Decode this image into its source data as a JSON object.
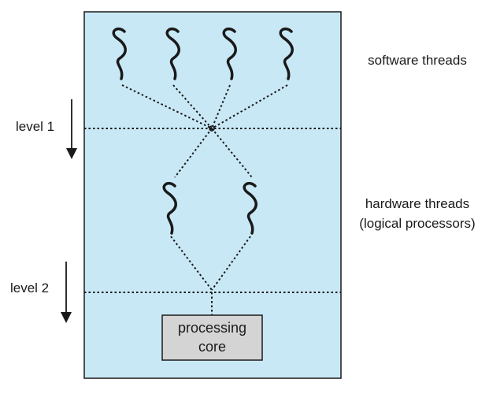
{
  "labels": {
    "software_threads": "software threads",
    "hardware_threads_line1": "hardware threads",
    "hardware_threads_line2": "(logical processors)",
    "level1": "level 1",
    "level2": "level 2",
    "core_line1": "processing",
    "core_line2": "core"
  },
  "colors": {
    "panel_fill": "#c9e8f6",
    "panel_stroke": "#1a1a1a",
    "core_fill": "#d4d4d4",
    "thread_stroke": "#1a1a1a",
    "dotted_stroke": "#1a1a1a"
  },
  "icons": {
    "software_thread": "squiggle-thread-icon",
    "hardware_thread": "squiggle-thread-icon",
    "level_arrow": "down-arrow-icon"
  },
  "counts": {
    "software_threads": 4,
    "hardware_threads": 2
  }
}
